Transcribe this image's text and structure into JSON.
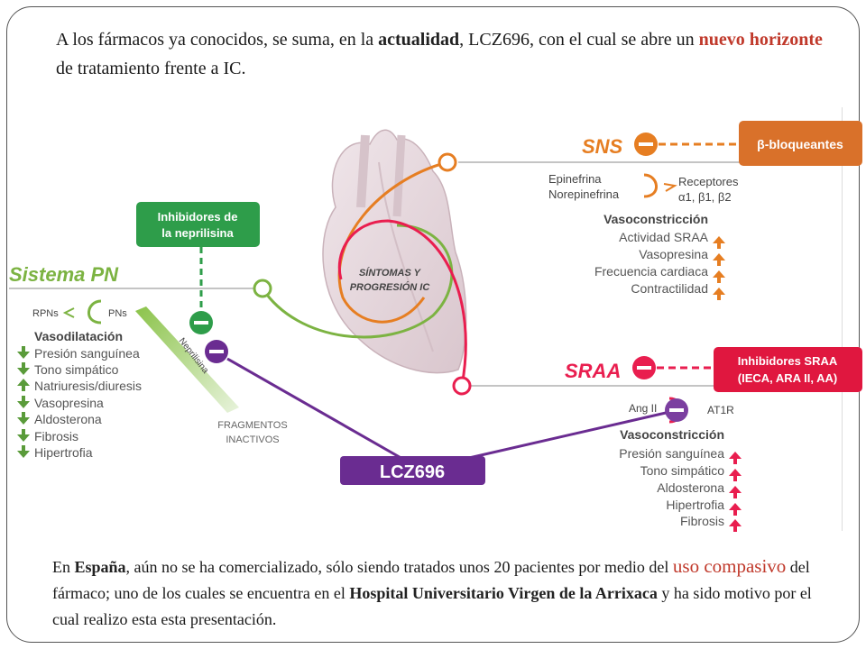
{
  "intro": {
    "part1": "A los fármacos ya conocidos, se suma, en la ",
    "highlight1": "actualidad",
    "part2": ", LCZ696, con el cual se abre un ",
    "highlight2": "nuevo horizonte",
    "part3": " de tratamiento frente a IC."
  },
  "outro": {
    "part1": "En ",
    "highlight1": "España",
    "part2": ", aún no se ha comercializado, sólo siendo tratados unos 20 pacientes por medio del ",
    "highlight2": "uso compasivo",
    "part3": " del fármaco; uno de los cuales se encuentra en el ",
    "highlight3": "Hospital Universitario Virgen de la Arrixaca",
    "part4": " y ha sido motivo por el cual realizo esta esta presentación."
  },
  "diagram": {
    "heart_label_1": "SÍNTOMAS Y",
    "heart_label_2": "PROGRESIÓN IC",
    "sns": {
      "title": "SNS",
      "drug_label": "β-bloqueantes",
      "epinefrina": "Epinefrina",
      "norepinefrina": "Norepinefrina",
      "receptores_1": "Receptores",
      "receptores_2": "α1, β1, β2",
      "vaso_title": "Vasoconstricción",
      "effects": [
        "Actividad SRAA",
        "Vasopresina",
        "Frecuencia cardiaca",
        "Contractilidad"
      ]
    },
    "srаа_placeholder": "",
    "sraa": {
      "title": "SRAA",
      "drug_label_1": "Inhibidores SRAA",
      "drug_label_2": "(IECA, ARA II, AA)",
      "ang": "Ang II",
      "receptor": "AT1R",
      "vaso_title": "Vasoconstricción",
      "effects": [
        "Presión sanguínea",
        "Tono simpático",
        "Aldosterona",
        "Hipertrofia",
        "Fibrosis"
      ]
    },
    "pn": {
      "title": "Sistema PN",
      "drug_label_1": "Inhibidores de",
      "drug_label_2": "la neprilisina",
      "rpns": "RPNs",
      "pns": "PNs",
      "neprilisina": "Neprilisina",
      "vaso_title": "Vasodilatación",
      "effects": [
        "Presión sanguínea",
        "Tono simpático",
        "Natriuresis/diuresis",
        "Vasopresina",
        "Aldosterona",
        "Fibrosis",
        "Hipertrofia"
      ],
      "effect_dirs": [
        "down",
        "down",
        "up",
        "down",
        "down",
        "down",
        "down"
      ],
      "fragments_1": "FRAGMENTOS",
      "fragments_2": "INACTIVOS"
    },
    "lcz": "LCZ696"
  }
}
